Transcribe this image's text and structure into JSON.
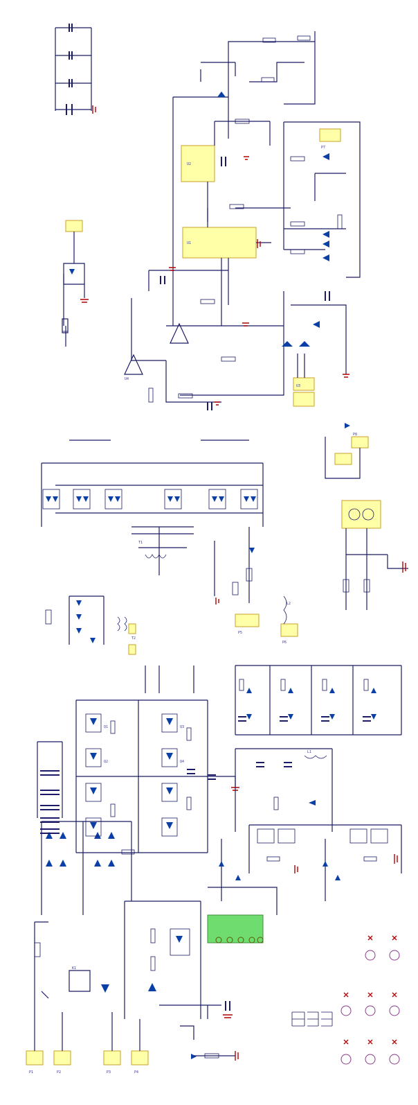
{
  "parts": {
    "U1": "U1",
    "U2": "U2",
    "U3": "U3",
    "U4": "U4",
    "T1": "T1",
    "T2": "T2",
    "L1": "L1",
    "L2": "L2",
    "Q1": "Q1",
    "Q2": "Q2",
    "Q3": "Q3",
    "Q4": "Q4",
    "K1": "K1",
    "P1": "P1",
    "P2": "P2",
    "P3": "P3",
    "P4": "P4",
    "P5": "P5",
    "P6": "P6",
    "P7": "P7",
    "P8": "P8"
  },
  "colors": {
    "wire": "#1a1a66",
    "block": "#ffffa8",
    "diode": "#0a3fa6",
    "terminal": "#6fdc6f",
    "ground": "#b30000"
  }
}
